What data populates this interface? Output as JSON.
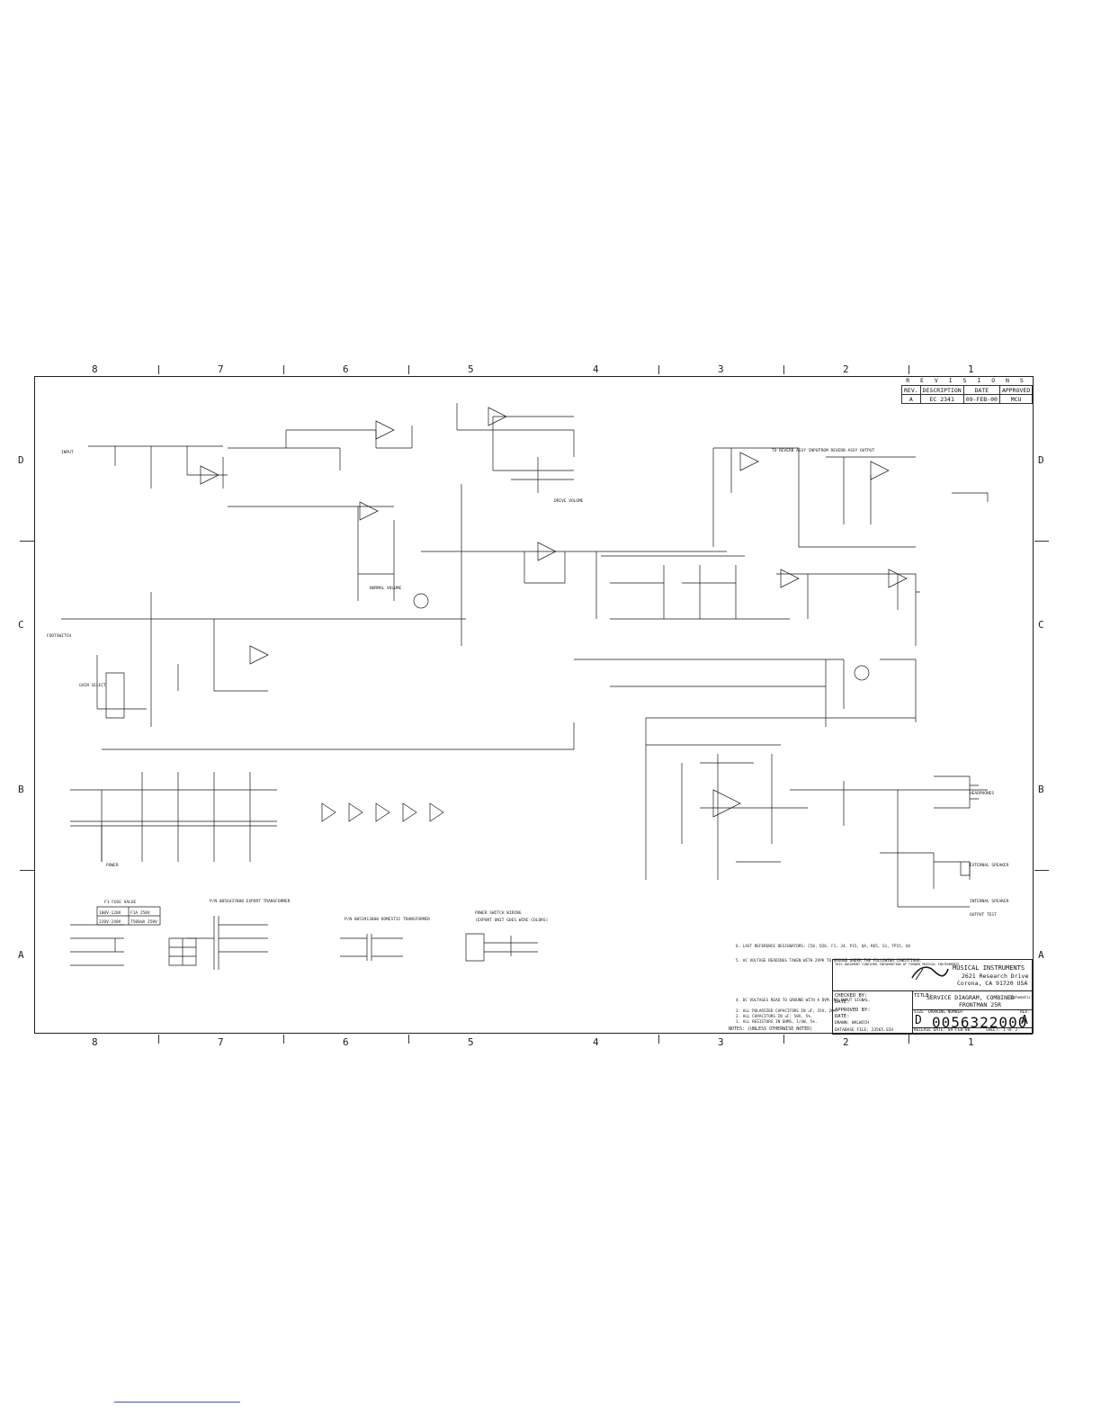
{
  "zones": {
    "columns": [
      "8",
      "7",
      "6",
      "5",
      "4",
      "3",
      "2",
      "1"
    ],
    "rows": [
      "D",
      "C",
      "B",
      "A"
    ]
  },
  "revisions": {
    "title": "R E V I S I O N S",
    "headers": [
      "REV.",
      "DESCRIPTION",
      "DATE",
      "APPROVED"
    ],
    "rows": [
      [
        "A",
        "EC 2341",
        "09-FEB-00",
        "MCU"
      ]
    ]
  },
  "title_block": {
    "company": "MUSICAL INSTRUMENTS",
    "address1": "2621 Research Drive",
    "address2": "Corona, CA 91720 USA",
    "title_label": "TITLE:",
    "title1": "SERVICE DIAGRAM, COMBINED",
    "title_tag": "(schematic)",
    "title2": "FRONTMAN 25R",
    "checked_by": "CHECKED BY:",
    "date_label": "DATE:",
    "approved_by": "APPROVED BY:",
    "drawn_label": "DRAWN: WALWICH",
    "size_label": "SIZE",
    "size": "D",
    "drawing_number_label": "DRAWING NUMBER",
    "drawing_number": "0056322000",
    "rev_label": "REV.",
    "rev": "A",
    "database_file": "DATABASE FILE:  23565.SCH",
    "release_date": "RELEASE DATE:  09-FEB-00",
    "sheet": "SHEET:  1  OF  2",
    "confidential": "THIS DOCUMENT CONTAINS INFORMATION OF FENDER MUSICAL INSTRUMENTS"
  },
  "notes": [
    "NOTES:  (UNLESS OTHERWISE NOTED)",
    "1. ALL RESISTORS IN OHMS, 1/4W, 5%.",
    "2. ALL CAPACITORS IN uF; 50V, 5%.",
    "3. ALL POLARIZED CAPACITORS IN uF; 35V, 20%.",
    "4. DC VOLTAGES READ TO GROUND WITH A DVM. NO INPUT SIGNAL.",
    "5. AC VOLTAGE READINGS TAKEN WITH 2VPK TO GROUND UNDER THE FOLLOWING CONDITIONS.",
    "6. LAST REFERENCE DESIGNATORS: C50, D26, F1, J4, P15, Q4, R65, S1, TP15, U4"
  ],
  "labels": {
    "input": "INPUT",
    "footswitch": "FOOTSWITCH",
    "gain_select": "GAIN SELECT",
    "normal_volume": "NORMAL VOLUME",
    "drive_volume": "DRIVE VOLUME",
    "headphones": "HEADPHONES",
    "external_speaker": "EXTERNAL SPEAKER",
    "internal_speaker": "INTERNAL SPEAKER",
    "output_test": "OUTPUT TEST",
    "fuse_value": "F1 FUSE VALUE",
    "fuse_rows": [
      [
        "100V-120V",
        "F1A 250V"
      ],
      [
        "220V-240V",
        "T500mA 250V"
      ]
    ],
    "export_transformer": "P/N 0056437000 EXPORT TRANSFORMER",
    "domestic_transformer": "P/N 0053913000 DOMESTIC TRANSFORMER",
    "power_switch": "POWER SWITCH WIRING",
    "power_switch_sub": "(EXPORT UNIT GOES WIRE COLORS)",
    "to_reverb": "TO REVERB ASSY INPUT",
    "from_reverb": "FROM REVERB ASSY OUTPUT",
    "power": "POWER"
  },
  "colors": {
    "ink": "#1a1a1a",
    "link": "#3d4fb5"
  }
}
